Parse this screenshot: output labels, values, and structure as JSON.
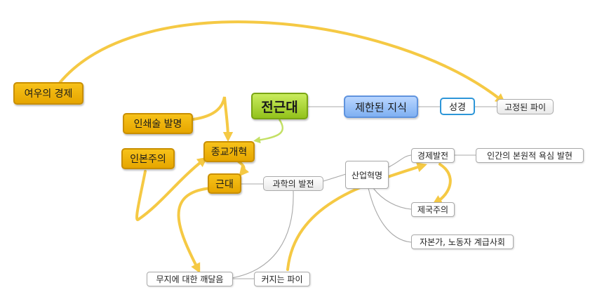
{
  "nodes": {
    "yeou": "여우의 경제",
    "inswae": "인쇄술 발명",
    "inbon": "인본주의",
    "jeongeundae": "전근대",
    "jonggyo": "종교개혁",
    "geundae": "근대",
    "jehan": "제한된 지식",
    "seonggyeong": "성경",
    "gojeong": "고정된 파이",
    "gwahak": "과학의 발전",
    "saneop": "산업혁명",
    "gyeongje": "경제발전",
    "bonneung": "인간의 본원적 욕심 발현",
    "jeguk": "제국주의",
    "jabon": "자본가, 노동자 계급사회",
    "muji": "무지에 대한 깨달음",
    "keojineun": "커지는 파이"
  },
  "colors": {
    "arrow": "#f5c944",
    "green_arrow": "#c4e065",
    "connector": "#a8a8a8"
  }
}
